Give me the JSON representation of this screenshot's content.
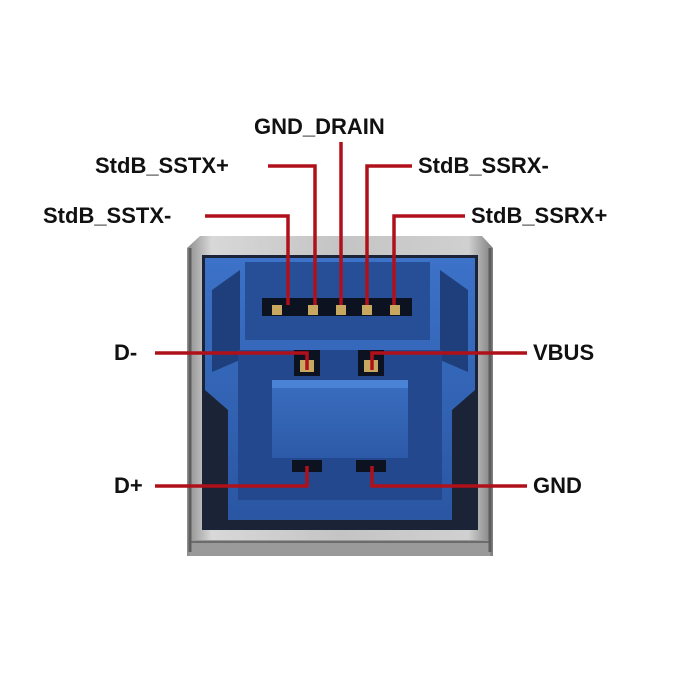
{
  "labels": {
    "gnd_drain": "GND_DRAIN",
    "sstx_plus": "StdB_SSTX+",
    "sstx_minus": "StdB_SSTX-",
    "ssrx_minus": "StdB_SSRX-",
    "ssrx_plus": "StdB_SSRX+",
    "d_minus": "D-",
    "d_plus": "D+",
    "vbus": "VBUS",
    "gnd": "GND"
  },
  "colors": {
    "leader_line": "#b0101a",
    "connector_blue": "#2f63b8",
    "metal_shell": "#a9a9a9"
  }
}
